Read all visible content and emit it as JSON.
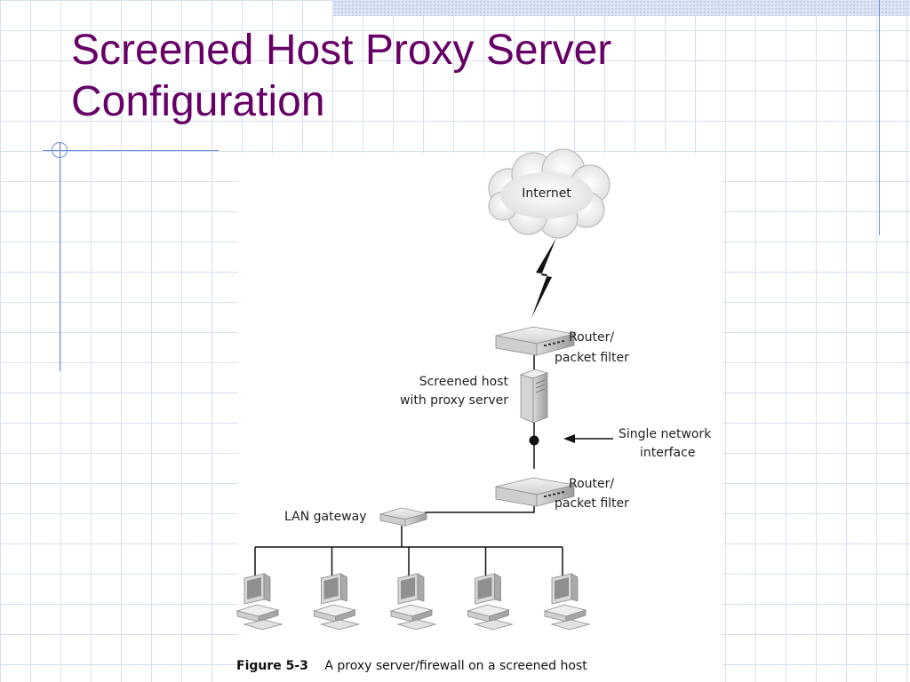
{
  "slide": {
    "title_line1": "Screened Host Proxy Server",
    "title_line2": "Configuration"
  },
  "diagram": {
    "nodes": {
      "internet": "Internet",
      "router_top_line1": "Router/",
      "router_top_line2": "packet filter",
      "host_line1": "Screened host",
      "host_line2": "with proxy server",
      "interface_line1": "Single network",
      "interface_line2": "interface",
      "router_bottom_line1": "Router/",
      "router_bottom_line2": "packet filter",
      "lan_gateway": "LAN gateway"
    },
    "workstation_count": 5,
    "caption_number": "Figure 5-3",
    "caption_text": "A proxy server/firewall on a screened host"
  },
  "colors": {
    "title": "#660066",
    "accent_lines": "#6f8fd0",
    "grid": "#d6dff0"
  }
}
